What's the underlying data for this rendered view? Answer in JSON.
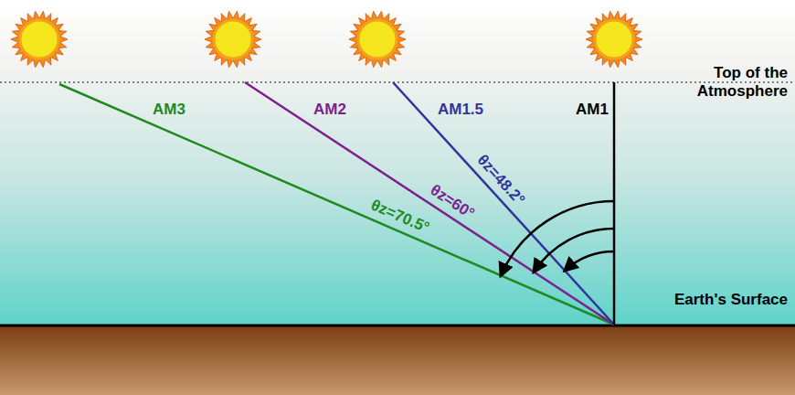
{
  "diagram": {
    "labels": [
      "Top of the Atmosphere",
      "AM3",
      "AM2",
      "AM1.5",
      "AM1",
      "θz=48.2°",
      "θz=60°",
      "θz=70.5°",
      "Earth's Surface"
    ]
  }
}
